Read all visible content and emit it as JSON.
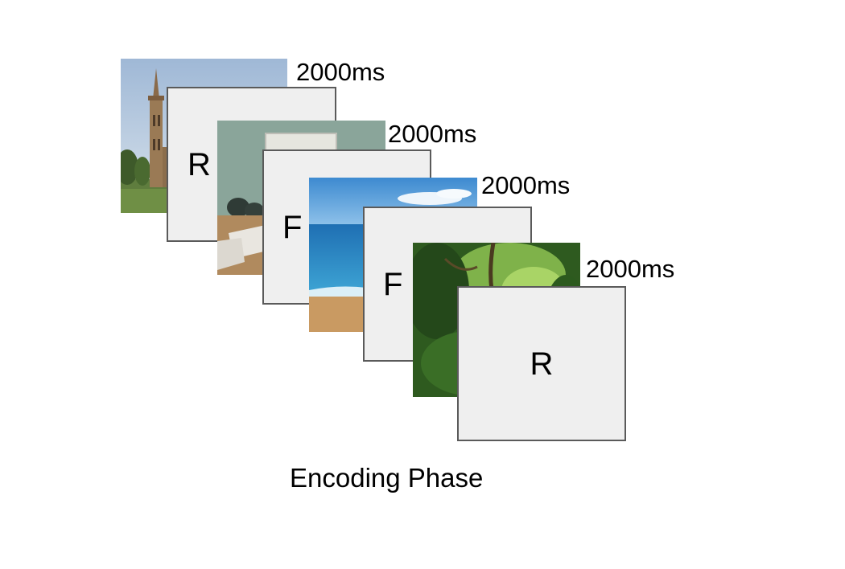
{
  "trials": [
    {
      "scene": "church-tower",
      "duration_label": "2000ms",
      "response_letter": "R"
    },
    {
      "scene": "office-room",
      "duration_label": "2000ms",
      "response_letter": "F"
    },
    {
      "scene": "beach",
      "duration_label": "2000ms",
      "response_letter": "F"
    },
    {
      "scene": "forest",
      "duration_label": "2000ms",
      "response_letter": "R"
    }
  ],
  "caption": "Encoding Phase",
  "colors": {
    "card_fill": "#efefef",
    "card_border": "#5a5a5a"
  }
}
